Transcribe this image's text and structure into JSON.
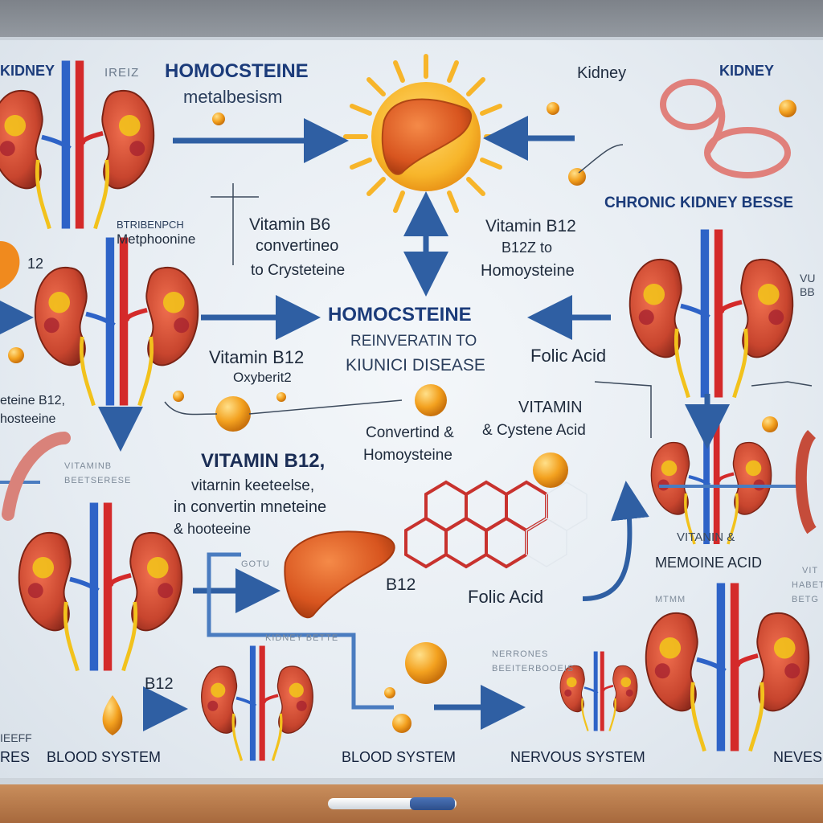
{
  "title": {
    "main": "HOMOCSTEINE",
    "sub": "metalbesism"
  },
  "labels": {
    "kidney_left": "KIDNEY",
    "irez": "IREIZ",
    "kidney_right_a": "Kidney",
    "kidney_right_b": "KIDNEY",
    "ckd": "CHRONIC KIDNEY BESSE",
    "vitb6": "Vitamin B6",
    "vitb6_line2": "convertineo",
    "vitb6_line3": "to Crysteteine",
    "vitb12_top": "Vitamin B12",
    "vitb12_top_line2": "B12Z to",
    "vitb12_top_line3": "Homoysteine",
    "left_b12_small": "BTRIBENPCH",
    "left_met": "Metphoonine",
    "left_12": "12",
    "center_title": "HOMOCSTEINE",
    "center_sub1": "REINVERATIN TO",
    "center_sub2": "KIUNICI  DISEASE",
    "vitb12_mid": "Vitamin B12",
    "vitb12_mid2": "Oxyberit2",
    "folic_acid_mid": "Folic Acid",
    "vitamin_right": "VITAMIN",
    "cystene_acid": "& Cystene Acid",
    "convertind": "Convertind &",
    "homoysteine": "Homoysteine",
    "left_b12_side": "eteine B12,",
    "left_side2": "hosteeine",
    "vitb12_big": "VITAMIN B12,",
    "vitb12_big2": "vitarnin keeteelse,",
    "vitb12_big3": "in convertin mneteine",
    "vitb12_big4": "& hooteeine",
    "left_vitamin_small": "VITAMINB",
    "left_small2": "BEETSERESE",
    "gotu": "GOTU",
    "b12_center": "B12",
    "folic_acid_bottom": "Folic Acid",
    "vitamin_and": "VITANIN &",
    "memoine_acid": "MEMOINE ACID",
    "vit_right_small1": "VIT",
    "vit_right_small2": "HABETO",
    "vit_right_small3": "BETG",
    "right_small_mid": "MTMM",
    "kidney_beta": "KIDNEY BETTE",
    "b12_bottom": "B12",
    "blood_system_1": "BLOOD SYSTEM",
    "blood_system_2": "BLOOD SYSTEM",
    "nervous_system": "NERVOUS SYSTEM",
    "neves": "NEVES",
    "nerrones": "NERRONES",
    "nerr2": "BEEITERBOOEIS",
    "left_bottom1": "IEEFF",
    "left_bottom2": "RES",
    "right_mid1": "VU",
    "right_mid2": "BB"
  },
  "colors": {
    "navy": "#1b3b7a",
    "arrow_blue": "#2f5fa3",
    "kidney_red": "#c8452e",
    "vein_blue": "#2e63c7",
    "artery_red": "#d42a2a",
    "orange": "#f2a11f",
    "sun_yellow": "#f7c32a"
  }
}
